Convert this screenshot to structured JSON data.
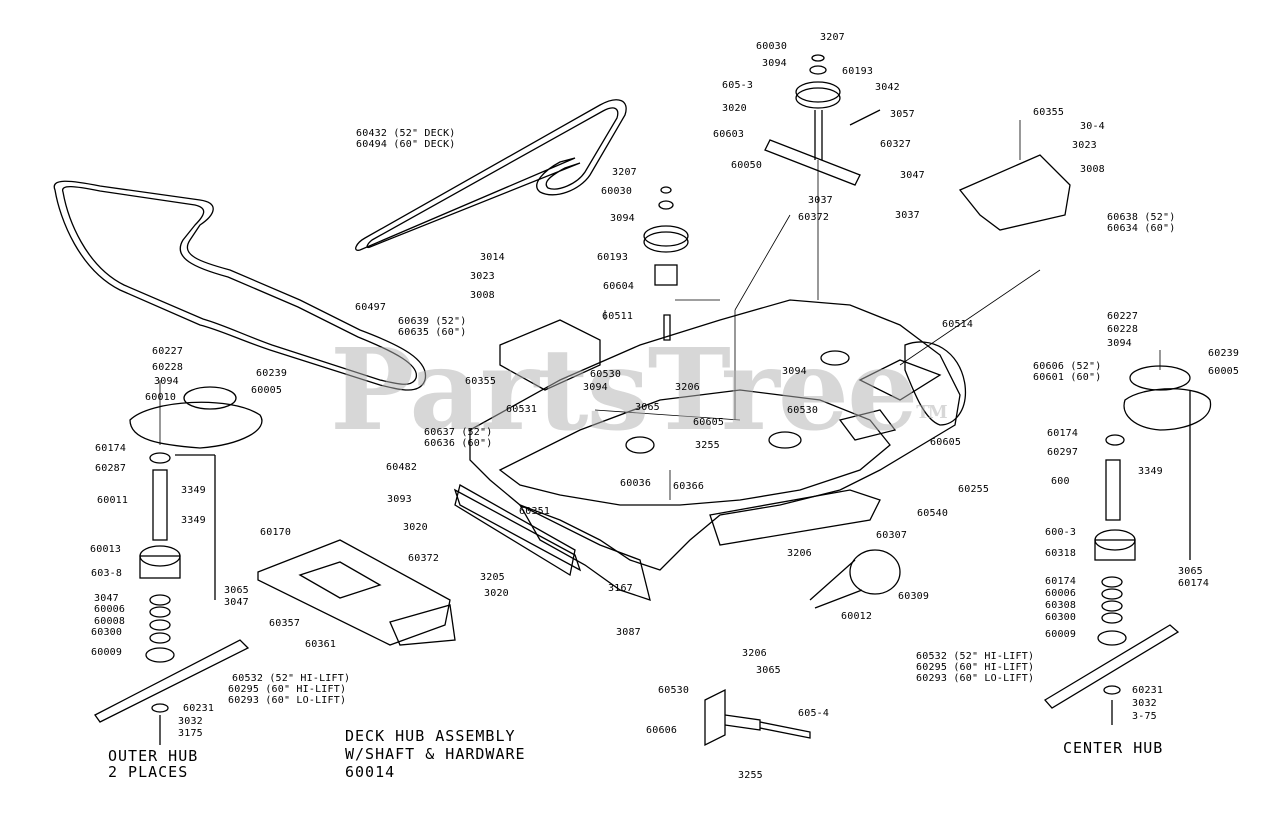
{
  "watermark": "PartsTree",
  "watermark_tm": "TM",
  "captions": {
    "deck_line1": "DECK HUB ASSEMBLY",
    "deck_line2": "W/SHAFT & HARDWARE",
    "deck_line3": "60014",
    "outer_line1": "OUTER HUB",
    "outer_line2": "2 PLACES",
    "center": "CENTER HUB"
  },
  "labels": [
    "60030",
    "3207",
    "3094",
    "60193",
    "605-3",
    "3020",
    "3042",
    "3057",
    "60603",
    "60327",
    "60050",
    "3047",
    "3037",
    "60372",
    "3037",
    "60355",
    "30-4",
    "3023",
    "3008",
    "60638 (52\")",
    "60634 (60\")",
    "60432 (52\" DECK)",
    "60494 (60\" DECK)",
    "3207",
    "60030",
    "3094",
    "60193",
    "3014",
    "3023",
    "3008",
    "60604",
    "60497",
    "60511",
    "60639 (52\")",
    "60635 (60\")",
    "60514",
    "60227",
    "60228",
    "3094",
    "60239",
    "60005",
    "60010",
    "60355",
    "60530",
    "3094",
    "3206",
    "60531",
    "3065",
    "60605",
    "60637 (52\")",
    "60636 (60\")",
    "3255",
    "3094",
    "60530",
    "60605",
    "60227",
    "60228",
    "3094",
    "60239",
    "60606 (52\")",
    "60601 (60\")",
    "60005",
    "60174",
    "60287",
    "60482",
    "60036",
    "60366",
    "60174",
    "60297",
    "3349",
    "60011",
    "3349",
    "60351",
    "3093",
    "60255",
    "600",
    "3349",
    "60170",
    "3020",
    "60540",
    "600-3",
    "60372",
    "60307",
    "60013",
    "3206",
    "60318",
    "603-8",
    "3205",
    "60309",
    "3065",
    "3065",
    "3047",
    "3020",
    "3167",
    "60174",
    "3047",
    "60174",
    "60006",
    "60006",
    "60357",
    "60008",
    "60361",
    "60012",
    "60308",
    "60300",
    "3087",
    "60300",
    "60009",
    "60009",
    "60532 (52\" HI-LIFT)",
    "60295 (60\" HI-LIFT)",
    "60293 (60\" LO-LIFT)",
    "60532 (52\" HI-LIFT)",
    "60295 (60\" HI-LIFT)",
    "60293 (60\" LO-LIFT)",
    "3206",
    "3065",
    "60530",
    "605-4",
    "60231",
    "60606",
    "60231",
    "3032",
    "3032",
    "3175",
    "3-75",
    "3255"
  ]
}
